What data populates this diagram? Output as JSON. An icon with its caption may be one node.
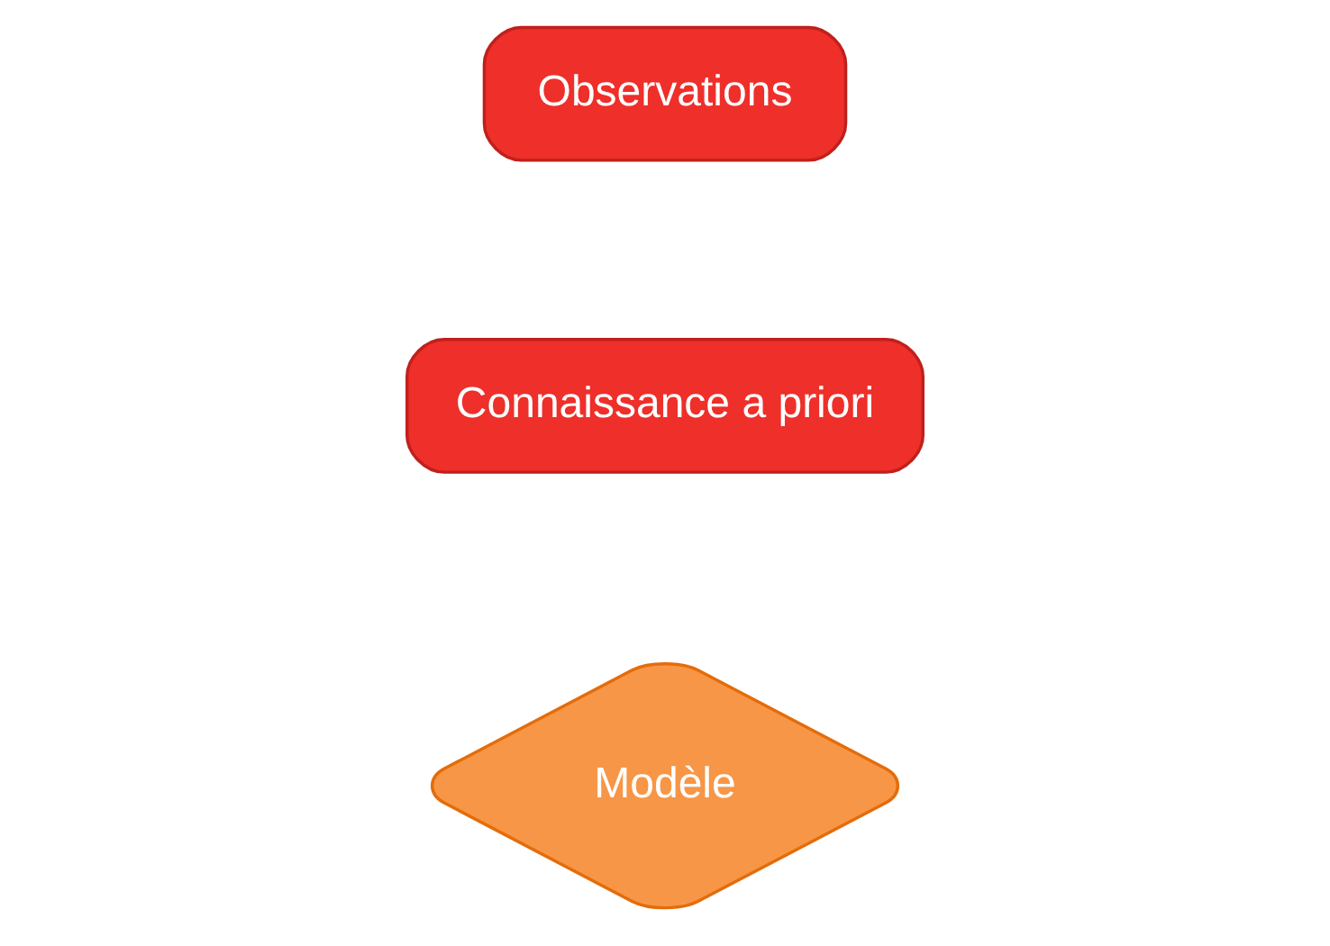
{
  "diagram": {
    "nodes": [
      {
        "text": [
          "Modèle"
        ]
      },
      {
        "text": [
          "Connaissance a priori"
        ]
      },
      {
        "text": [
          "Observations"
        ]
      }
    ],
    "edges": []
  }
}
